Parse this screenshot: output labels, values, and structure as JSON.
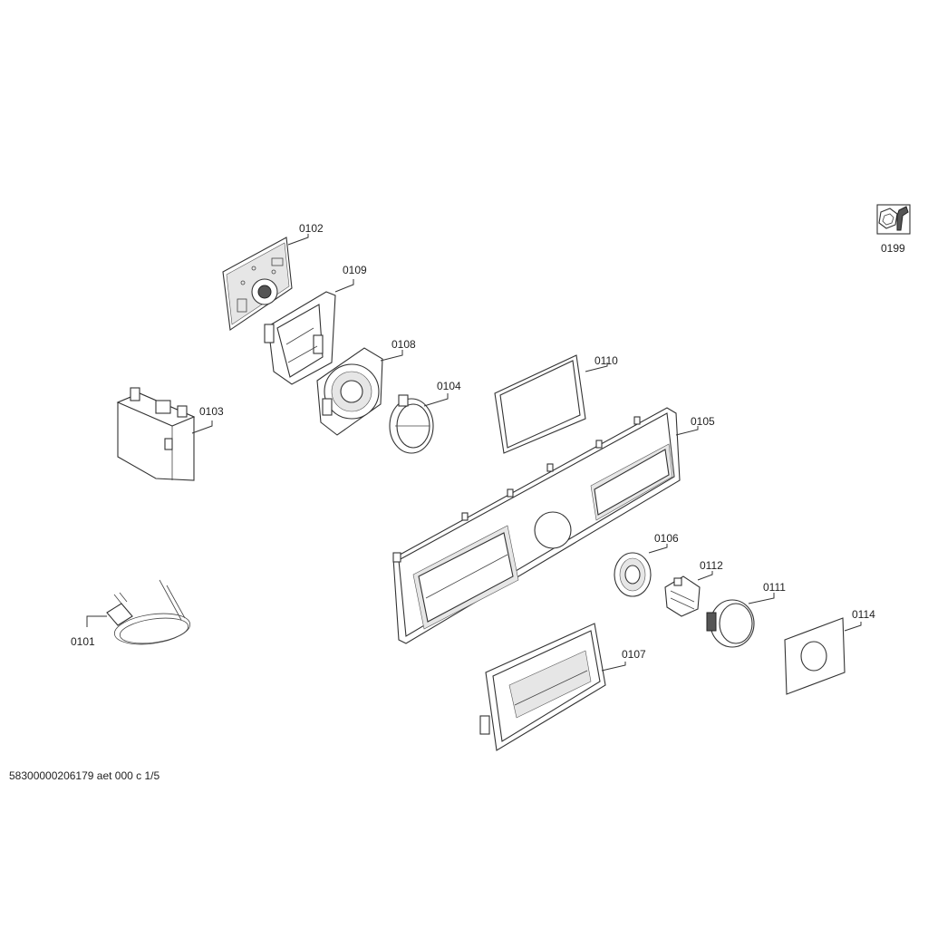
{
  "parts": [
    {
      "id": "p0101",
      "label": "0101"
    },
    {
      "id": "p0102",
      "label": "0102"
    },
    {
      "id": "p0103",
      "label": "0103"
    },
    {
      "id": "p0104",
      "label": "0104"
    },
    {
      "id": "p0105",
      "label": "0105"
    },
    {
      "id": "p0106",
      "label": "0106"
    },
    {
      "id": "p0107",
      "label": "0107"
    },
    {
      "id": "p0108",
      "label": "0108"
    },
    {
      "id": "p0109",
      "label": "0109"
    },
    {
      "id": "p0110",
      "label": "0110"
    },
    {
      "id": "p0111",
      "label": "0111"
    },
    {
      "id": "p0112",
      "label": "0112"
    },
    {
      "id": "p0114",
      "label": "0114"
    },
    {
      "id": "p0199",
      "label": "0199"
    }
  ],
  "footer": "58300000206179 aet 000 c 1/5",
  "icons": {
    "service_tool": "wrench-nut-icon"
  }
}
